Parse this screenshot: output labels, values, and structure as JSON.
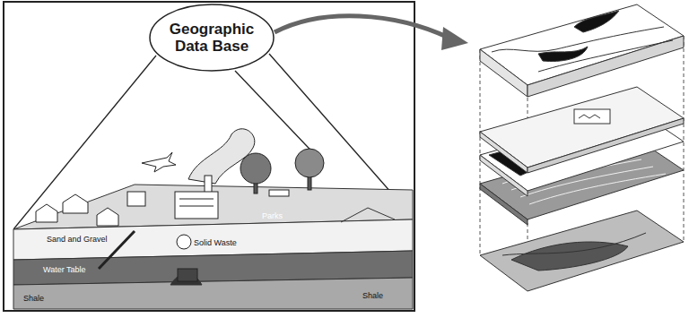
{
  "diagram": {
    "nodes": [
      {
        "text": [
          "Geographic Data Base"
        ]
      }
    ],
    "labels": [
      "Sand and Gravel",
      "Solid Waste",
      "Water Table",
      "Shale",
      "Shale",
      "Parks"
    ]
  }
}
